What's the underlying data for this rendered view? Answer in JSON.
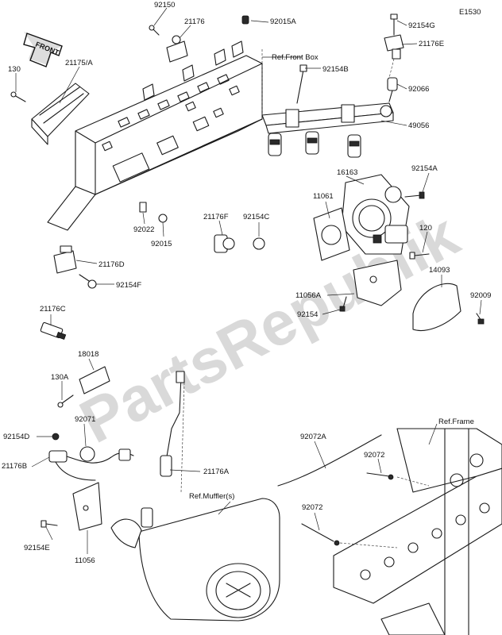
{
  "diagram_code": "E1530",
  "watermark": "PartsRepublik",
  "front_badge": "FRONT",
  "references": {
    "front_box": "Ref.Front Box",
    "frame": "Ref.Frame",
    "muffler": "Ref.Muffler(s)"
  },
  "parts": [
    "92150",
    "21176",
    "92015A",
    "92154G",
    "21176E",
    "130",
    "21175/A",
    "92154B",
    "92066",
    "49056",
    "16163",
    "92154A",
    "11061",
    "21176F",
    "92154C",
    "92022",
    "92015",
    "120",
    "21176D",
    "92154F",
    "14093",
    "11056A",
    "92009",
    "92154",
    "21176C",
    "18018",
    "130A",
    "92071",
    "92154D",
    "21176B",
    "92072A",
    "92072",
    "92072",
    "21176A",
    "92154E",
    "11056"
  ]
}
